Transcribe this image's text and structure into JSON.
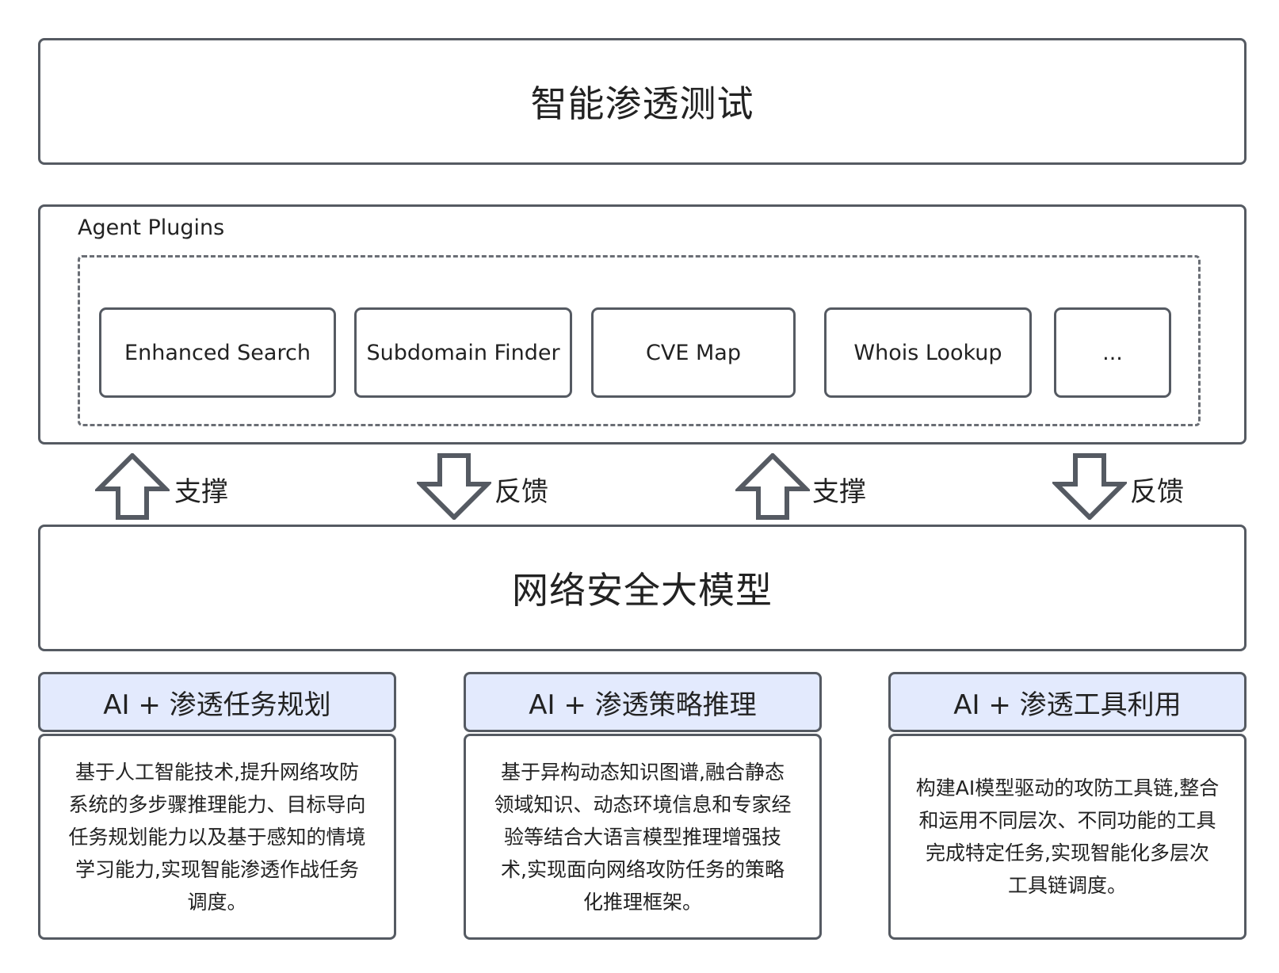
{
  "top_box": {
    "title": "智能渗透测试"
  },
  "plugins": {
    "label": "Agent Plugins",
    "items": [
      "Enhanced Search",
      "Subdomain Finder",
      "CVE Map",
      "Whois Lookup",
      "..."
    ]
  },
  "arrows": [
    {
      "direction": "up",
      "label": "支撑"
    },
    {
      "direction": "down",
      "label": "反馈"
    },
    {
      "direction": "up",
      "label": "支撑"
    },
    {
      "direction": "down",
      "label": "反馈"
    }
  ],
  "model_box": {
    "title": "网络安全大模型"
  },
  "features": [
    {
      "title": "AI + 渗透任务规划",
      "lines": [
        "基于人工智能技术,提升网络攻防",
        "系统的多步骤推理能力、目标导向",
        "任务规划能力以及基于感知的情境",
        "学习能力,实现智能渗透作战任务",
        "调度。"
      ]
    },
    {
      "title": "AI + 渗透策略推理",
      "lines": [
        "基于异构动态知识图谱,融合静态",
        "领域知识、动态环境信息和专家经",
        "验等结合大语言模型推理增强技",
        "术,实现面向网络攻防任务的策略",
        "化推理框架。"
      ]
    },
    {
      "title": "AI + 渗透工具利用",
      "lines": [
        "构建AI模型驱动的攻防工具链,整合",
        "和运用不同层次、不同功能的工具",
        "完成特定任务,实现智能化多层次",
        "工具链调度。"
      ]
    }
  ],
  "colors": {
    "border": "#555a62",
    "header_fill": "#e3eafd",
    "arrow_stroke": "#555a62"
  }
}
